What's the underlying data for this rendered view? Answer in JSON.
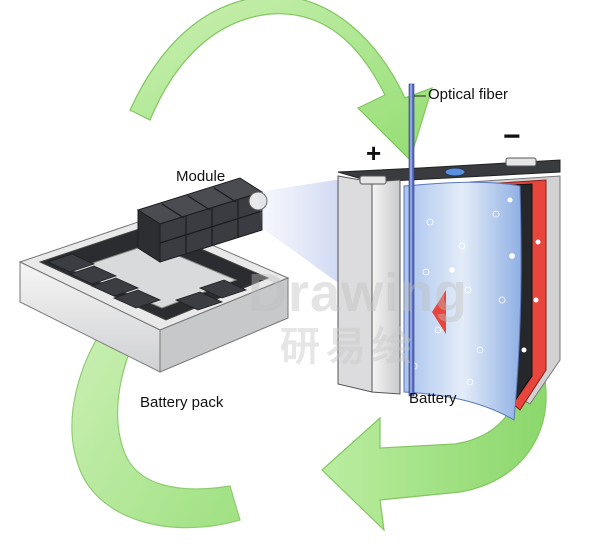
{
  "labels": {
    "optical_fiber": "Optical fiber",
    "module": "Module",
    "battery_pack": "Battery pack",
    "battery": "Battery",
    "positive": "+",
    "negative": "−"
  },
  "watermark": {
    "latin": "Drawing",
    "cjk": "研易绘"
  },
  "colors": {
    "arrow_green": "#9be27a",
    "cathode_red": "#e8453c",
    "electrolyte_blue": "#7fa6e0",
    "fiber_blue": "#5a6fc0",
    "casing_grey": "#d9dadc"
  }
}
